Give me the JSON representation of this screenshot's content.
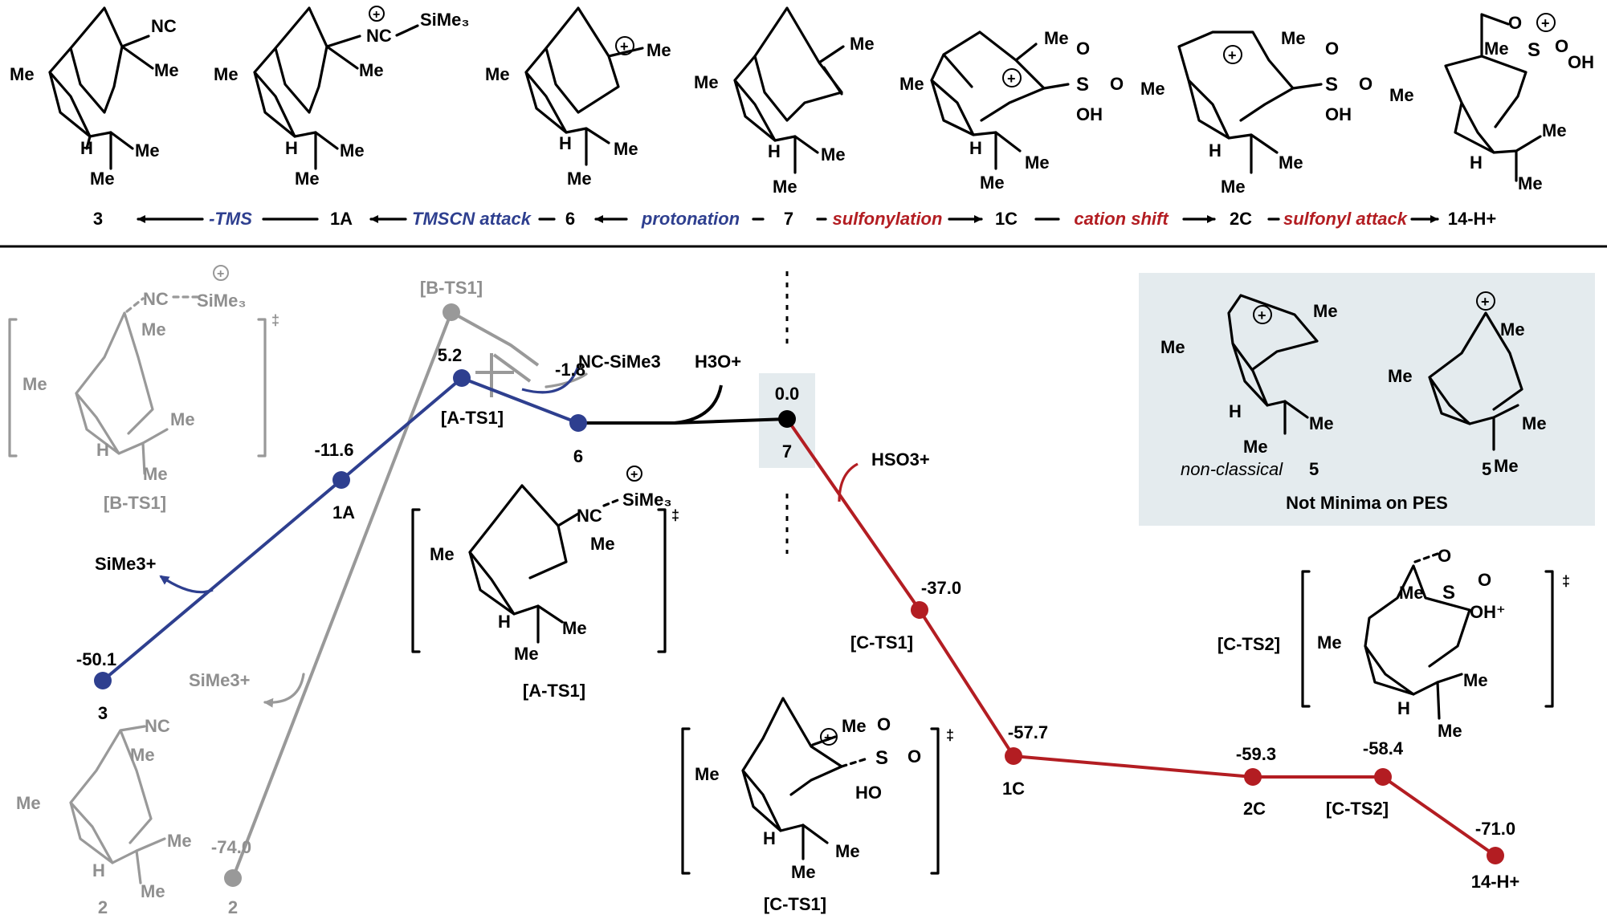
{
  "pathway": {
    "nodes": [
      "3",
      "1A",
      "6",
      "7",
      "1C",
      "2C",
      "14-H+"
    ],
    "steps": [
      "-TMS",
      "TMSCN attack",
      "protonation",
      "sulfonylation",
      "cation shift",
      "sulfonyl attack"
    ],
    "colors": {
      "blue": "#2e3f8f",
      "red": "#b31d22",
      "gray": "#8f8f8f",
      "black": "#000000"
    }
  },
  "energies": {
    "e_ats1": "5.2",
    "e_6": "-1.8",
    "e_7": "0.0",
    "e_1a": "-11.6",
    "e_3": "-50.1",
    "e_2": "-74.0",
    "e_cts1": "-37.0",
    "e_1c": "-57.7",
    "e_2c": "-59.3",
    "e_cts2": "-58.4",
    "e_14h": "-71.0"
  },
  "labels": {
    "bts1_top": "[B-TS1]",
    "bts1_bracket": "[B-TS1]",
    "ats1_point": "[A-TS1]",
    "ats1_struct": "[A-TS1]",
    "n6": "6",
    "n7": "7",
    "n1a": "1A",
    "n3": "3",
    "n2a": "2",
    "n2b": "2",
    "cts1_point": "[C-TS1]",
    "cts1_struct": "[C-TS1]",
    "cts2_point": "[C-TS2]",
    "cts2_struct": "[C-TS2]",
    "n1c": "1C",
    "n2c": "2C",
    "n14h": "14-H+"
  },
  "reagents": {
    "ncsime3": "NC-SiMe3",
    "h3o": "H3O+",
    "hso3": "HSO3+",
    "sime3_blue": "SiMe3+",
    "sime3_gray": "SiMe3+"
  },
  "inset": {
    "caption_nc": "non-classical",
    "num_nc": "5",
    "num_5": "5",
    "title": "Not Minima on PES"
  },
  "chem_text": {
    "me": "Me",
    "h": "H",
    "nc": "NC",
    "sime3": "SiMe3",
    "oh": "OH",
    "o": "O",
    "s": "S",
    "dagger": "‡",
    "plus": "+"
  },
  "chart_data": {
    "type": "line",
    "ylabel": "",
    "series": [
      {
        "color": "#2e3f8f",
        "points": [
          [
            "[A-TS1]",
            5.2
          ],
          [
            "6",
            -1.8
          ],
          [
            "1A",
            -11.6
          ],
          [
            "3",
            -50.1
          ]
        ]
      },
      {
        "color": "#8f8f8f",
        "points": [
          [
            "[B-TS1]",
            null
          ],
          [
            "2",
            -74.0
          ]
        ]
      },
      {
        "color": "#000000",
        "points": [
          [
            "6",
            -1.8
          ],
          [
            "7",
            0.0
          ]
        ]
      },
      {
        "color": "#b31d22",
        "points": [
          [
            "7",
            0.0
          ],
          [
            "[C-TS1]",
            -37.0
          ],
          [
            "1C",
            -57.7
          ],
          [
            "2C",
            -59.3
          ],
          [
            "[C-TS2]",
            -58.4
          ],
          [
            "14-H+",
            -71.0
          ]
        ]
      }
    ]
  }
}
